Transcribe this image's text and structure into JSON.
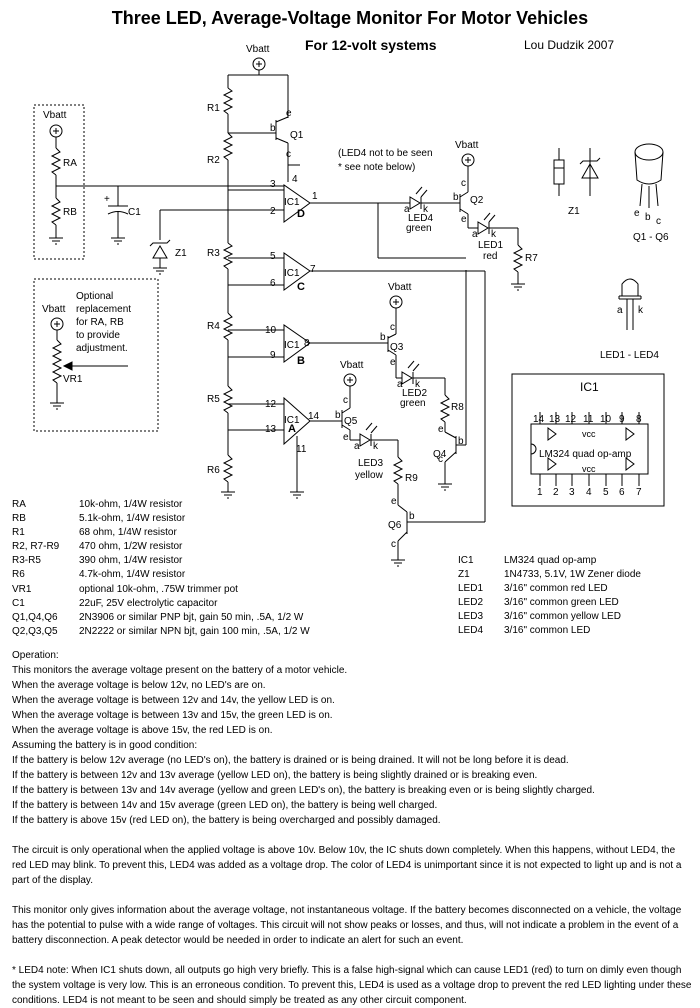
{
  "title": "Three LED, Average-Voltage Monitor For Motor Vehicles",
  "subtitle": "For 12-volt systems",
  "author": "Lou Dudzik 2007",
  "labels": {
    "vbatt": "Vbatt",
    "r1": "R1",
    "r2": "R2",
    "r3": "R3",
    "r4": "R4",
    "r5": "R5",
    "r6": "R6",
    "r7": "R7",
    "r8": "R8",
    "r9": "R9",
    "ra": "RA",
    "rb": "RB",
    "c1": "C1",
    "z1": "Z1",
    "vr1": "VR1",
    "q1": "Q1",
    "q2": "Q2",
    "q3": "Q3",
    "q4": "Q4",
    "q5": "Q5",
    "q6": "Q6",
    "ic1": "IC1",
    "d": "D",
    "c": "C",
    "b": "B",
    "a": "A",
    "led4": "LED4",
    "led4_color": "green",
    "led1": "LED1",
    "led1_color": "red",
    "led2": "LED2",
    "led2_color": "green",
    "led3": "LED3",
    "led3_color": "yellow",
    "led4_note": "(LED4 not to be seen",
    "led4_note2": "* see note below)",
    "optional": [
      "Optional",
      "replacement",
      "for RA, RB",
      "to provide",
      "adjustment."
    ],
    "q_pinout": "Q1 - Q6",
    "led_pinout": "LED1 - LED4",
    "pin_e": "e",
    "pin_b": "b",
    "pin_c": "c",
    "pin_a": "a",
    "pin_k": "k",
    "ic_chip": "LM324 quad op-amp",
    "vcc": "vcc",
    "top_pins": [
      "14",
      "13",
      "12",
      "11",
      "10",
      "9",
      "8"
    ],
    "bottom_pins": [
      "1",
      "2",
      "3",
      "4",
      "5",
      "6",
      "7"
    ]
  },
  "parts_left": [
    {
      "ref": "RA",
      "desc": "10k-ohm,  1/4W resistor"
    },
    {
      "ref": "RB",
      "desc": "5.1k-ohm,  1/4W resistor"
    },
    {
      "ref": "R1",
      "desc": "68 ohm,  1/4W resistor"
    },
    {
      "ref": "R2, R7-R9",
      "desc": "470 ohm,  1/2W resistor"
    },
    {
      "ref": "R3-R5",
      "desc": "390 ohm,  1/4W resistor"
    },
    {
      "ref": "R6",
      "desc": "4.7k-ohm, 1/4W resistor"
    },
    {
      "ref": "VR1",
      "desc": "optional 10k-ohm, .75W trimmer pot"
    },
    {
      "ref": "C1",
      "desc": "22uF, 25V electrolytic capacitor"
    },
    {
      "ref": "Q1,Q4,Q6",
      "desc": "2N3906 or similar PNP bjt, gain 50 min, .5A, 1/2 W"
    },
    {
      "ref": "Q2,Q3,Q5",
      "desc": "2N2222 or similar NPN bjt, gain 100 min, .5A, 1/2 W"
    }
  ],
  "parts_right": [
    {
      "ref": "IC1",
      "desc": "LM324 quad op-amp"
    },
    {
      "ref": "Z1",
      "desc": "1N4733,  5.1V, 1W Zener diode"
    },
    {
      "ref": "LED1",
      "desc": "3/16\" common red LED"
    },
    {
      "ref": "LED2",
      "desc": "3/16\" common green LED"
    },
    {
      "ref": "LED3",
      "desc": "3/16\" common yellow LED"
    },
    {
      "ref": "LED4",
      "desc": "3/16\" common LED"
    }
  ],
  "operation": [
    "Operation:",
    "This monitors the average voltage present on the battery of a motor vehicle.",
    "When the average voltage is below 12v, no LED's are on.",
    "When the average voltage is between 12v and 14v, the yellow LED is on.",
    "When the average voltage is between 13v and 15v, the green LED is on.",
    "When the average voltage is above 15v, the red LED is on.",
    "Assuming the battery is in good condition:",
    "If the battery is below 12v average (no LED's on), the battery is drained or is being drained. It will not be long before it is dead.",
    "If the battery is between 12v and 13v average (yellow LED on), the battery is being slightly drained or is breaking even.",
    "If the battery is between 13v and 14v average (yellow and green LED's on), the battery is breaking even or is being slightly charged.",
    "If the battery is between 14v and 15v average (green LED on), the battery is being well charged.",
    "If the battery is above 15v (red LED on), the battery is being overcharged and possibly damaged."
  ],
  "paragraphs": [
    "The circuit is only operational when the applied voltage is above 10v. Below 10v, the IC shuts down completely. When this happens, without LED4, the red LED may blink. To prevent this, LED4 was added as a voltage drop. The color of LED4 is unimportant since it is not expected to light up and is not a part of the display.",
    "This monitor only gives information about the average voltage, not instantaneous voltage. If the battery becomes disconnected on a vehicle, the voltage has the potential to pulse with a wide range of voltages. This circuit will not show peaks or losses, and thus, will not indicate a problem in the event of a battery disconnection.  A peak detector would be needed in order to indicate an alert for such an event.",
    "* LED4 note: When IC1 shuts down, all outputs go high very briefly. This is a false high-signal which can cause LED1 (red) to turn on dimly even though the system voltage is very low. This is an erroneous condition. To prevent this, LED4 is used as a voltage drop to prevent the red LED lighting under these conditions. LED4 is not meant to be seen and should simply be treated as any other circuit component."
  ]
}
